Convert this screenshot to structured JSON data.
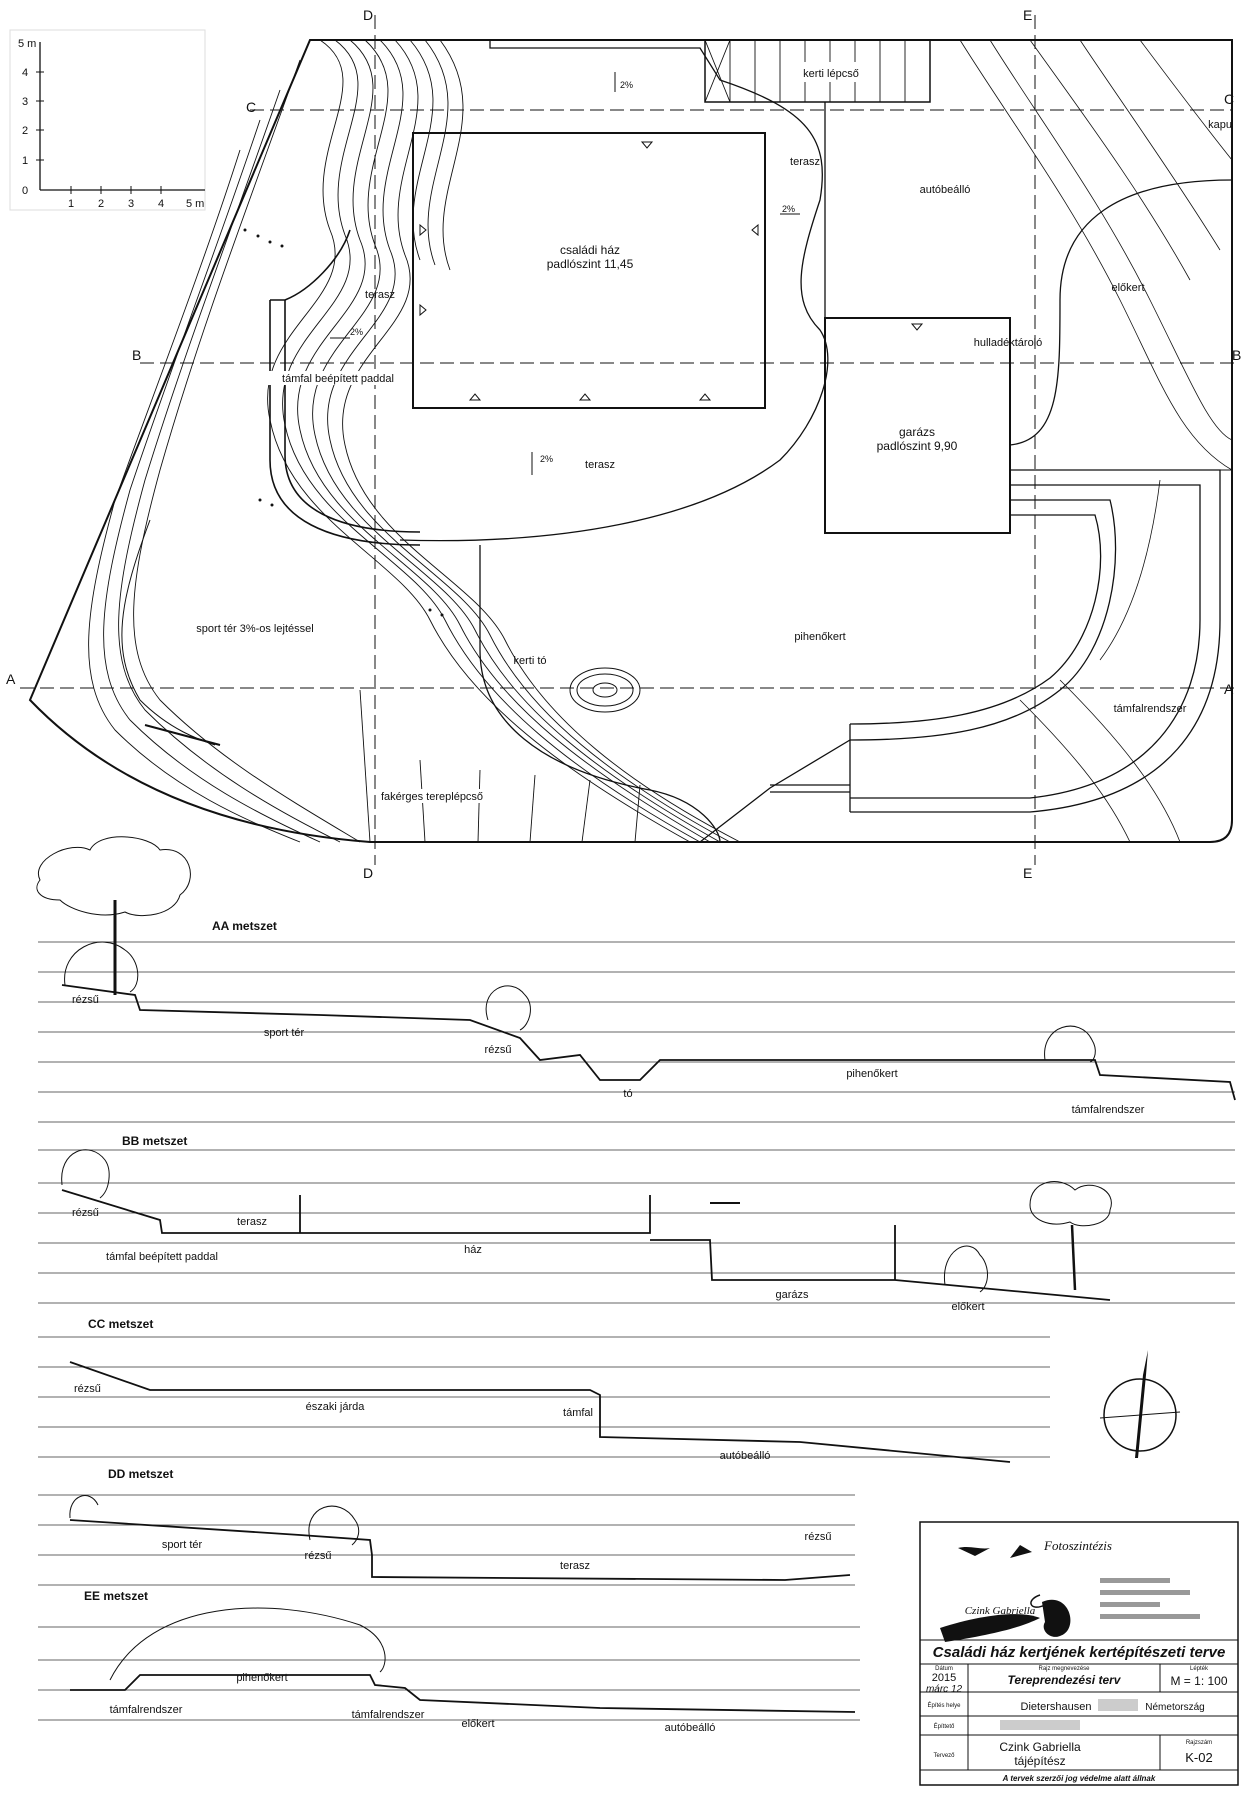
{
  "scale": {
    "y_unit": "5 m",
    "y_ticks": [
      "4",
      "3",
      "2",
      "1",
      "0"
    ],
    "x_ticks": [
      "1",
      "2",
      "3",
      "4"
    ],
    "x_unit": "5 m"
  },
  "plan": {
    "section_markers": [
      "A",
      "A",
      "B",
      "B",
      "C",
      "C",
      "D",
      "D",
      "E",
      "E"
    ],
    "labels": {
      "stairs": "kerti lépcső",
      "gate": "kapu",
      "terrace_east": "terasz",
      "parking": "autóbeálló",
      "house_line1": "családi ház",
      "house_line2": "padlószint 11,45",
      "front_garden": "előkert",
      "terrace_west": "terasz",
      "waste": "hulladéktároló",
      "retaining_bench": "támfal beépített paddal",
      "garage_line1": "garázs",
      "garage_line2": "padlószint 9,90",
      "terrace_south": "terasz",
      "sport": "sport tér 3%-os lejtéssel",
      "rest_garden": "pihenőkert",
      "pond": "kerti tó",
      "retaining_system": "támfalrendszer",
      "wood_stairs": "fakérges tereplépcső"
    },
    "slopes": [
      "2%",
      "2%",
      "2%",
      "2%"
    ]
  },
  "sections": {
    "aa": {
      "title": "AA metszet",
      "labels": [
        "rézsű",
        "sport tér",
        "rézsű",
        "pihenőkert",
        "tó",
        "támfalrendszer"
      ]
    },
    "bb": {
      "title": "BB metszet",
      "labels": [
        "rézsű",
        "terasz",
        "támfal beépített paddal",
        "ház",
        "garázs",
        "előkert"
      ]
    },
    "cc": {
      "title": "CC metszet",
      "labels": [
        "rézsű",
        "északi járda",
        "támfal",
        "autóbeálló"
      ]
    },
    "dd": {
      "title": "DD metszet",
      "labels": [
        "sport tér",
        "rézsű",
        "terasz",
        "rézsű"
      ]
    },
    "ee": {
      "title": "EE metszet",
      "labels": [
        "pihenőkert",
        "támfalrendszer",
        "támfalrendszer",
        "előkert",
        "autóbeálló"
      ]
    }
  },
  "titleblock": {
    "brand": "Fotoszintézis",
    "designer_signature": "Czink Gabriella",
    "project_title": "Családi ház kertjének kertépítészeti terve",
    "date_label": "Dátum",
    "date_year": "2015",
    "date_day": "márc 12",
    "drawing_name_label": "Rajz megnevezése",
    "drawing_name": "Tereprendezési terv",
    "scale_label": "Lépték",
    "scale_value": "M = 1: 100",
    "site_label": "Építés helye",
    "site_city": "Dietershausen",
    "site_country": "Németország",
    "builder_label": "Építtető",
    "designer_label": "Tervező",
    "designer_name": "Czink Gabriella",
    "designer_role": "tájépítész",
    "sheet_label": "Rajzszám",
    "sheet_number": "K-02",
    "copyright": "A tervek szerzői jog védelme alatt állnak"
  }
}
